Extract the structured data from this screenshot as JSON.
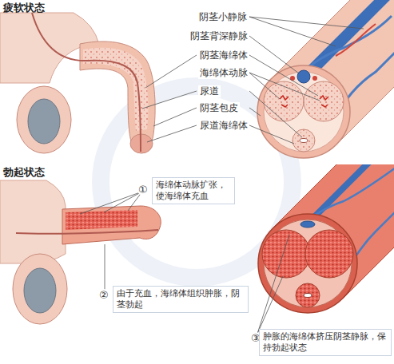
{
  "diagram": {
    "labels": [
      "疲软状态",
      "阴茎小静脉",
      "阴茎背深静脉",
      "阴茎海绵体",
      "海绵体动脉",
      "尿道",
      "阴茎包皮",
      "尿道海绵体",
      "勃起状态",
      "①",
      "海绵体动脉扩张，使海绵体充血",
      "②",
      "由于充血，海绵体组织肿胀，阴茎勃起",
      "③",
      "肿胀的海绵体挤压阴茎静脉，保持勃起状态"
    ]
  }
}
